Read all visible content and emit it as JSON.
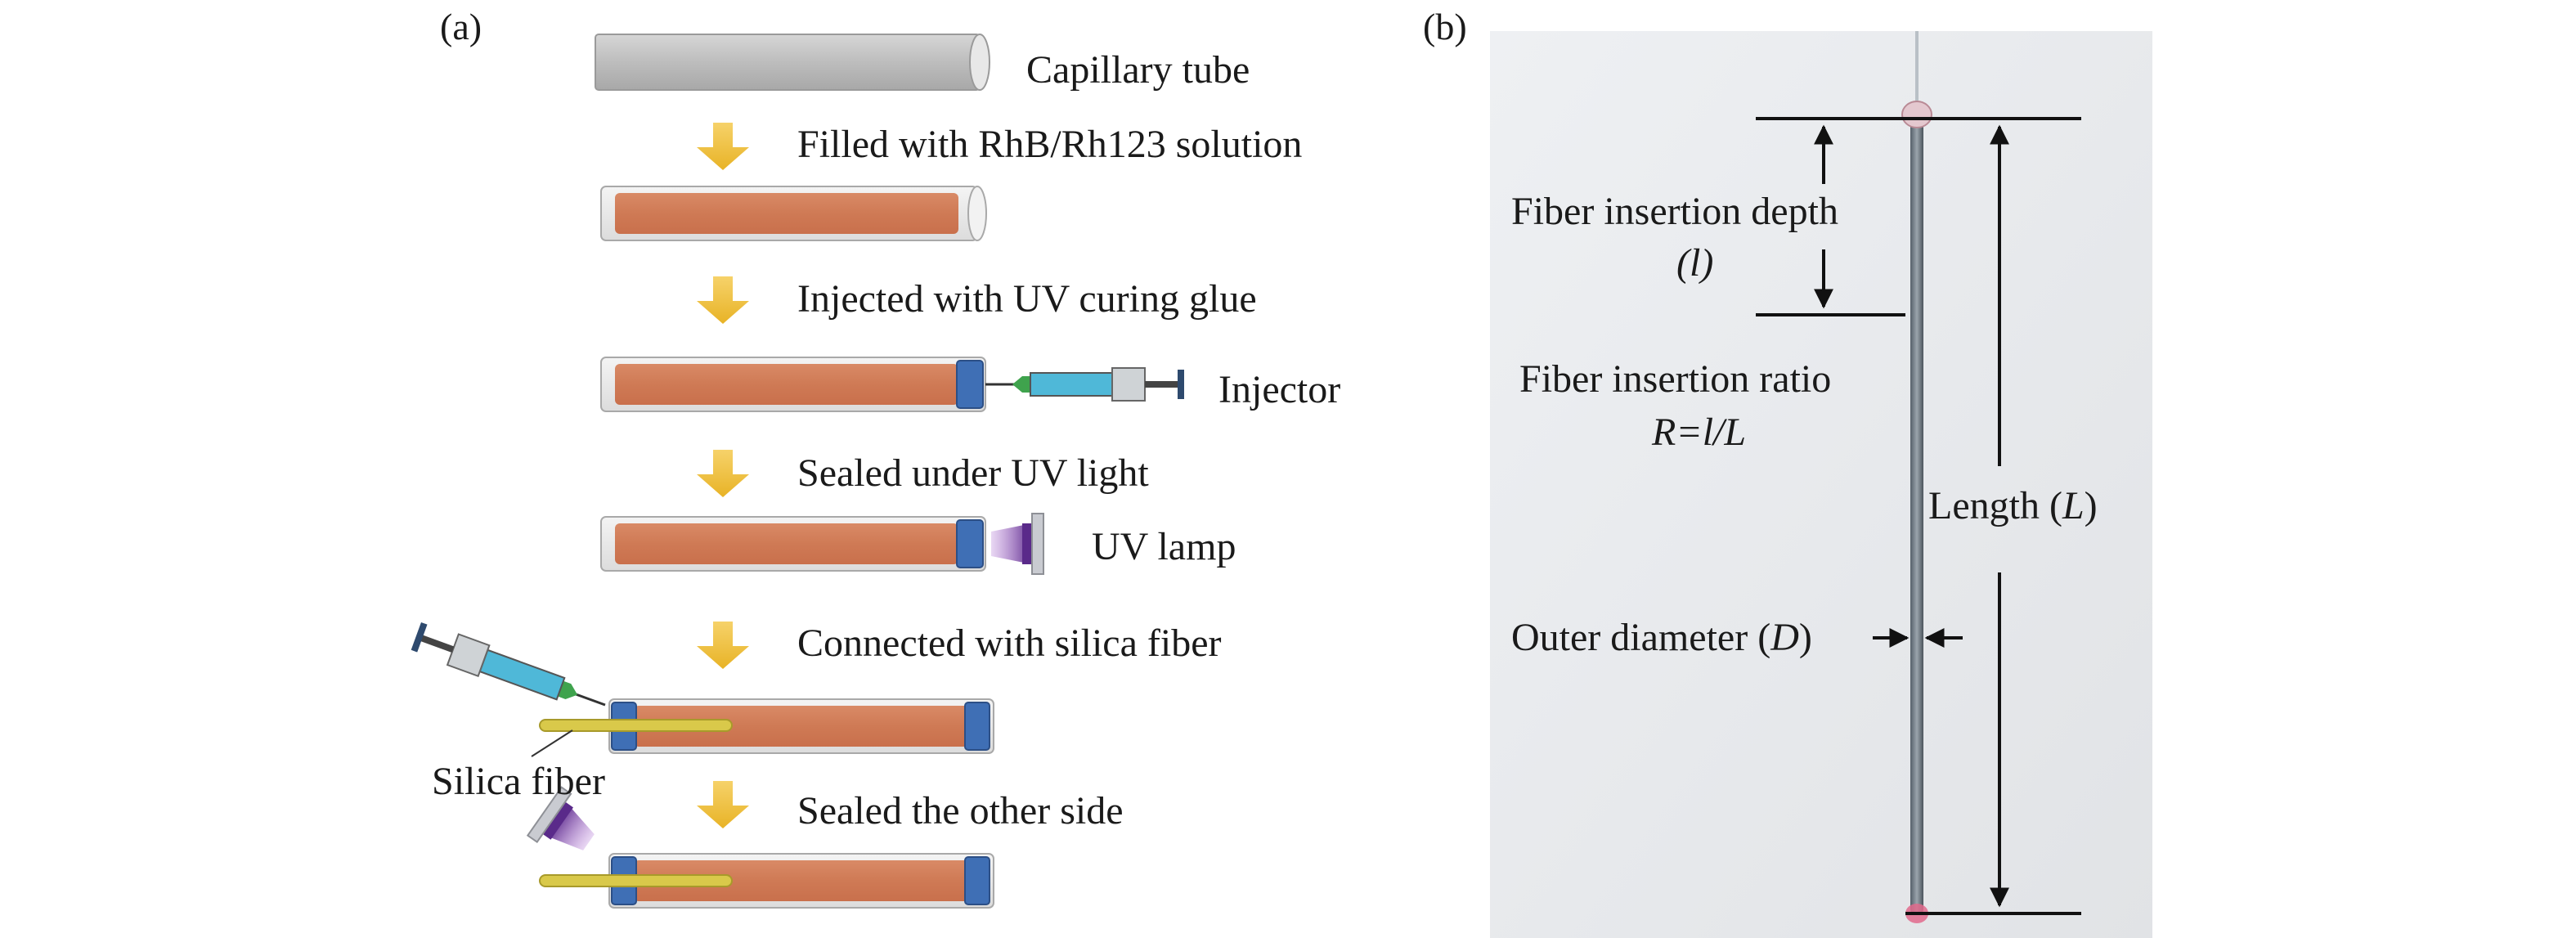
{
  "panel_a": {
    "label": "(a)",
    "steps": [
      {
        "text": "Capillary tube"
      },
      {
        "text": "Filled with RhB/Rh123 solution"
      },
      {
        "text": "Injected with UV curing glue"
      },
      {
        "text": "Sealed under UV light"
      },
      {
        "text": "Connected with silica fiber"
      },
      {
        "text": "Sealed the other side"
      }
    ],
    "injector_label": "Injector",
    "uv_lamp_label": "UV lamp",
    "silica_fiber_label": "Silica fiber"
  },
  "panel_b": {
    "label": "(b)",
    "depth_label": "Fiber insertion depth",
    "depth_symbol": "(l)",
    "ratio_label": "Fiber insertion ratio",
    "ratio_formula": "R=l/L",
    "length_label": "Length (",
    "length_symbol": "L",
    "length_close": ")",
    "diameter_label": "Outer diameter (",
    "diameter_symbol": "D",
    "diameter_close": ")"
  },
  "colors": {
    "tube_gray": "#c8c8c8",
    "solution": "#d4805e",
    "glue_blue": "#3f6fb5",
    "arrow_yellow": "#f0c23a",
    "uv_purple": "#6a2c91",
    "fiber_yellow": "#d9c94a",
    "photo_bg": "#e9eaec"
  }
}
